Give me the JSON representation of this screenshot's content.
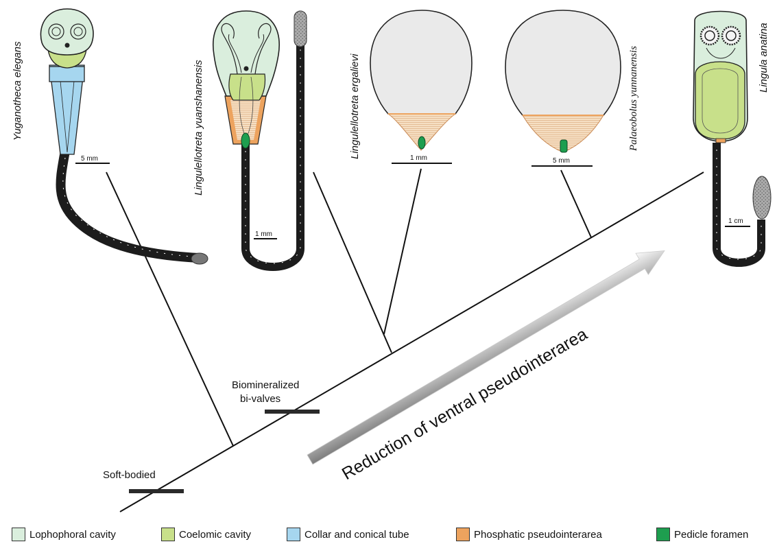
{
  "taxa": {
    "yuganotheca": "Yuganotheca elegans",
    "yuanshanensis": "Lingulellotreta yuanshanensis",
    "ergalievi": "Lingulellotreta ergalievi",
    "palaeobolus": "Palaeobolus yunnanensis",
    "lingula": "Lingula anatina"
  },
  "scale_bars": {
    "yuganotheca": "5 mm",
    "yuanshanensis": "1 mm",
    "ergalievi": "1 mm",
    "palaeobolus": "5 mm",
    "lingula": "1 cm"
  },
  "characters": {
    "soft_bodied": "Soft-bodied",
    "biomineralized_line1": "Biomineralized",
    "biomineralized_line2": "bi-valves"
  },
  "trend_label": "Reduction of ventral pseudointerarea",
  "colors": {
    "lophophoral_cavity": "#daeedd",
    "coelomic_cavity": "#c8e08a",
    "collar_tube": "#a6d6ef",
    "phosphatic_pseudointerarea": "#eda35e",
    "pedicle_foramen": "#1e9e4f",
    "shell_grey": "#eaeaea",
    "pedicle_black": "#1c1c1c"
  },
  "legend": [
    {
      "label": "Lophophoral cavity",
      "color": "#daeedd"
    },
    {
      "label": "Coelomic cavity",
      "color": "#c8e08a"
    },
    {
      "label": "Collar and conical tube",
      "color": "#a6d6ef"
    },
    {
      "label": "Phosphatic pseudointerarea",
      "color": "#eda35e"
    },
    {
      "label": "Pedicle foramen",
      "color": "#1e9e4f"
    }
  ]
}
